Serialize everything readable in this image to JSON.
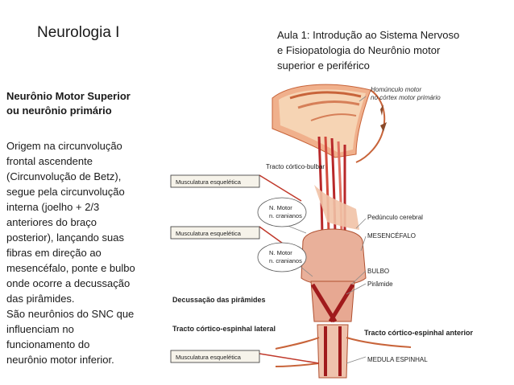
{
  "header": {
    "title": "Neurologia I",
    "subtitle_lines": [
      "Aula 1: Introdução ao Sistema Nervoso",
      "e Fisiopatologia do Neurônio motor",
      "superior e periférico"
    ]
  },
  "left_panel": {
    "heading_lines": [
      "Neurônio Motor Superior",
      "ou neurônio primário"
    ],
    "body_lines": [
      "Origem na circunvolução",
      "frontal ascendente",
      "(Circunvolução de Betz),",
      "segue pela circunvolução",
      "interna (joelho + 2/3",
      "anteriores do braço",
      "posterior), lançando suas",
      "fibras em direção ao",
      "mesencéfalo, ponte e bulbo",
      "onde ocorre a decussação",
      "das pirâmides.",
      "São neurônios do SNC que",
      "influenciam no",
      "funcionamento do",
      "neurônio motor inferior."
    ]
  },
  "figure": {
    "homunculo": [
      "Homúnculo motor",
      "no córtex motor primário"
    ],
    "tracto_corticobulbar": "Tracto córtico-bulbar",
    "musculatura_1": "Musculatura esquelética",
    "musculatura_2": "Musculatura esquelética",
    "musculatura_3": "Musculatura esquelética",
    "n_motor_1": [
      "N. Motor",
      "n. cranianos"
    ],
    "n_motor_2": [
      "N. Motor",
      "n. cranianos"
    ],
    "pedunculo": "Pedúnculo cerebral",
    "mesencefalo": "MESENCÉFALO",
    "bulbo": "BULBO",
    "piramide": "Pirâmide",
    "decussacao": "Decussação das pirâmides",
    "tracto_lateral": "Tracto córtico-espinhal lateral",
    "tracto_anterior": "Tracto córtico-espinhal anterior",
    "medula": "MEDULA ESPINHAL"
  }
}
